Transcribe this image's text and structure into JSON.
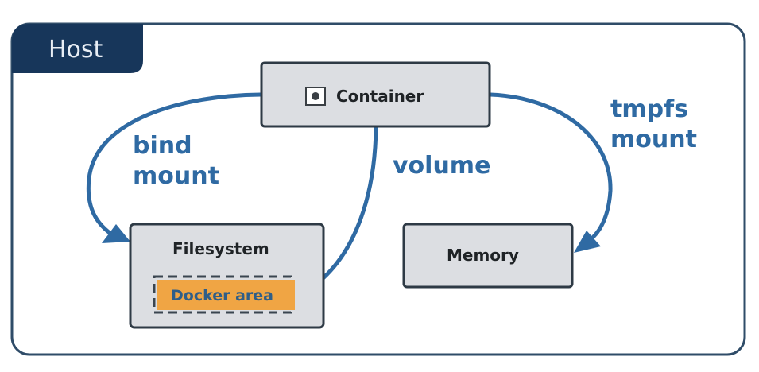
{
  "host": {
    "label": "Host"
  },
  "nodes": {
    "container": {
      "label": "Container",
      "icon": "container-icon"
    },
    "filesystem": {
      "label": "Filesystem"
    },
    "docker_area": {
      "label": "Docker area"
    },
    "memory": {
      "label": "Memory"
    }
  },
  "edges": [
    {
      "from": "Container",
      "to": "Filesystem",
      "label_lines": [
        "bind",
        "mount"
      ]
    },
    {
      "from": "Container",
      "to": "Docker area",
      "label_lines": [
        "volume"
      ]
    },
    {
      "from": "Container",
      "to": "Memory",
      "label_lines": [
        "tmpfs",
        "mount"
      ]
    }
  ],
  "colors": {
    "host_tab": "#17365a",
    "arrow": "#2f6aa3",
    "box_fill": "#dcdee2",
    "docker_area": "#f0a544"
  }
}
